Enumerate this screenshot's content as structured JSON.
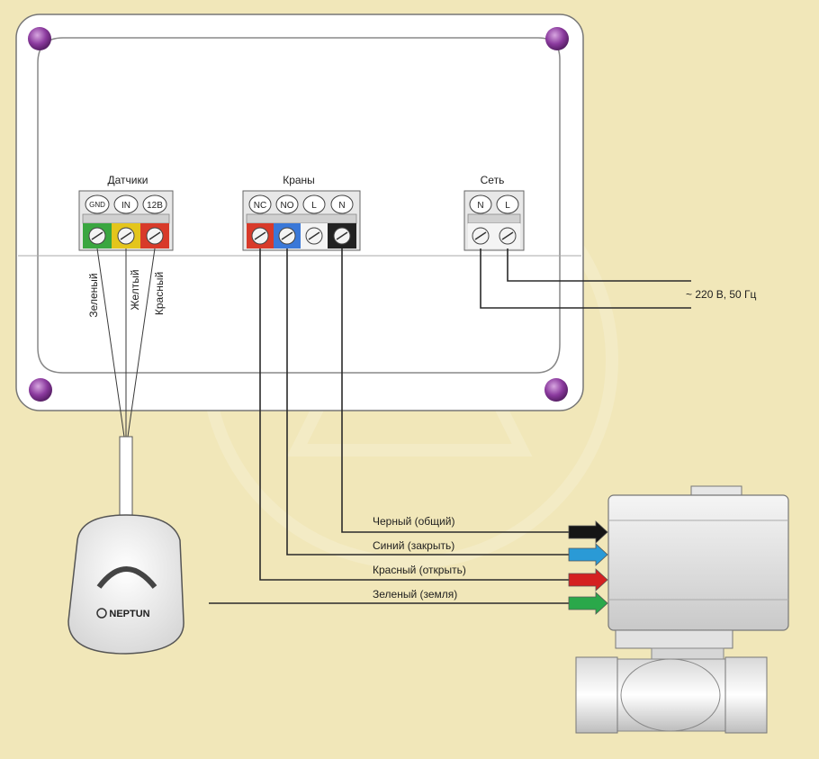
{
  "groups": {
    "sensors": "Датчики",
    "valves": "Краны",
    "network": "Сеть"
  },
  "sensor_terminals": [
    "GND",
    "IN",
    "12B"
  ],
  "valve_terminals": [
    "NC",
    "NO",
    "L",
    "N"
  ],
  "network_terminals": [
    "N",
    "L"
  ],
  "sensor_wires": [
    "Зеленый",
    "Желтый",
    "Красный"
  ],
  "mains_label": "~ 220 В, 50 Гц",
  "valve_wires": [
    {
      "label": "Черный (общий)",
      "color": "#151515"
    },
    {
      "label": "Синий (закрыть)",
      "color": "#2a9ad6"
    },
    {
      "label": "Красный (открыть)",
      "color": "#d42020"
    },
    {
      "label": "Зеленый (земля)",
      "color": "#2aa84a"
    }
  ],
  "sensor_brand": "NEPTUN",
  "colors": {
    "background": "#f1e7b9",
    "screw": "#8b3a9e",
    "terminal_green": "#3aa640",
    "terminal_yellow": "#e4c51c",
    "terminal_red": "#d83a2a",
    "terminal_blue": "#3a78d8"
  }
}
